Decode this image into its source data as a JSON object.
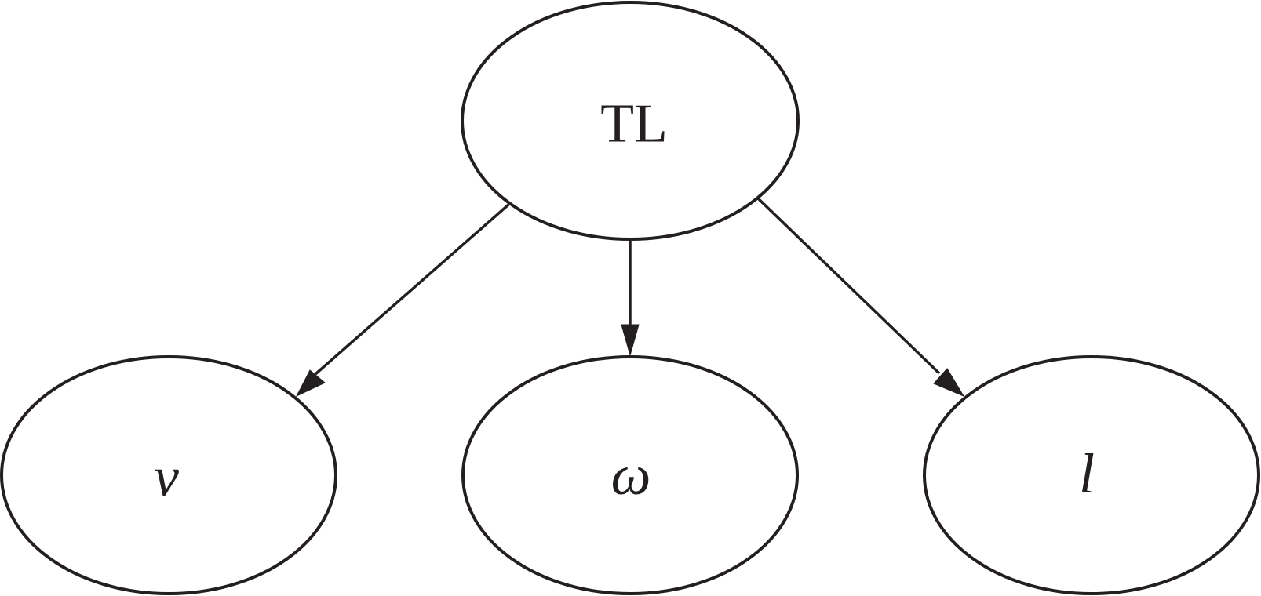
{
  "diagram": {
    "nodes": {
      "root": {
        "label": "TL"
      },
      "v": {
        "label": "v"
      },
      "omega": {
        "label": "ω"
      },
      "l": {
        "label": "l"
      }
    },
    "edges": [
      {
        "from": "TL",
        "to": "v"
      },
      {
        "from": "TL",
        "to": "ω"
      },
      {
        "from": "TL",
        "to": "l"
      }
    ],
    "colors": {
      "stroke": "#231f20",
      "background": "#ffffff"
    }
  }
}
